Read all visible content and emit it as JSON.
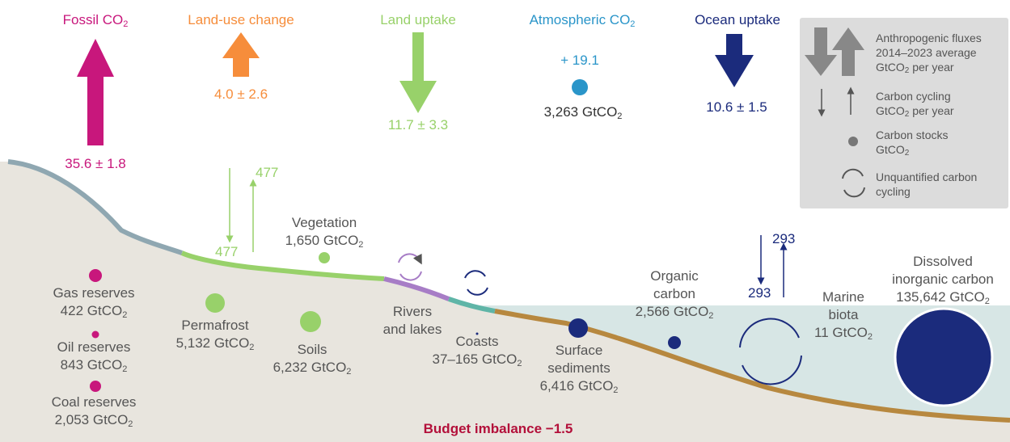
{
  "colors": {
    "fossil": "#c8177c",
    "land_use": "#f68d3b",
    "land_uptake": "#98d16a",
    "atmospheric": "#2a95c9",
    "ocean": "#1b2b7c",
    "imbalance": "#b3103a",
    "ground": "#e8e5de",
    "ocean_water": "#d7e6e5",
    "sediment": "#b7883f",
    "legend_bg": "#dcdcdc"
  },
  "top_fluxes": {
    "fossil": {
      "label": "Fossil CO",
      "sub": "2",
      "value": "35.6 ± 1.8"
    },
    "land_use": {
      "label": "Land-use change",
      "value": "4.0 ± 2.6"
    },
    "land_uptake": {
      "label": "Land uptake",
      "value": "11.7 ± 3.3"
    },
    "atmospheric": {
      "label": "Atmospheric CO",
      "sub": "2",
      "change": "+ 19.1",
      "stock": "3,263 GtCO",
      "stock_sub": "2"
    },
    "ocean_uptake": {
      "label": "Ocean uptake",
      "value": "10.6 ± 1.5"
    }
  },
  "land_cycle": {
    "down": "477",
    "up": "477"
  },
  "ocean_cycle": {
    "down": "293",
    "up": "293"
  },
  "stocks": {
    "gas": {
      "l1": "Gas reserves",
      "l2": "422 GtCO",
      "sub": "2"
    },
    "oil": {
      "l1": "Oil reserves",
      "l2": "843 GtCO",
      "sub": "2"
    },
    "coal": {
      "l1": "Coal reserves",
      "l2": "2,053 GtCO",
      "sub": "2"
    },
    "permafrost": {
      "l1": "Permafrost",
      "l2": "5,132 GtCO",
      "sub": "2"
    },
    "vegetation": {
      "l1": "Vegetation",
      "l2": "1,650 GtCO",
      "sub": "2"
    },
    "soils": {
      "l1": "Soils",
      "l2": "6,232 GtCO",
      "sub": "2"
    },
    "rivers": {
      "l1": "Rivers",
      "l2": "and lakes"
    },
    "coasts": {
      "l1": "Coasts",
      "l2": "37–165 GtCO",
      "sub": "2"
    },
    "sediments": {
      "l1": "Surface",
      "l2": "sediments",
      "l3": "6,416 GtCO",
      "sub": "2"
    },
    "organic": {
      "l1": "Organic",
      "l2": "carbon",
      "l3": "2,566 GtCO",
      "sub": "2"
    },
    "marine": {
      "l1": "Marine",
      "l2": "biota",
      "l3": "11 GtCO",
      "sub": "2"
    },
    "dissolved": {
      "l1": "Dissolved",
      "l2": "inorganic carbon",
      "l3": "135,642 GtCO",
      "sub": "2"
    }
  },
  "budget_imbalance": "Budget imbalance −1.5",
  "legend": {
    "anthro": {
      "l1": "Anthropogenic fluxes",
      "l2": "2014–2023 average",
      "l3": "GtCO",
      "sub": "2",
      "l3b": " per year"
    },
    "cycling": {
      "l1": "Carbon cycling",
      "l2": "GtCO",
      "sub": "2",
      "l2b": " per year"
    },
    "stocks": {
      "l1": "Carbon stocks",
      "l2": "GtCO",
      "sub": "2"
    },
    "unquantified": {
      "l1": "Unquantified carbon",
      "l2": "cycling"
    }
  }
}
